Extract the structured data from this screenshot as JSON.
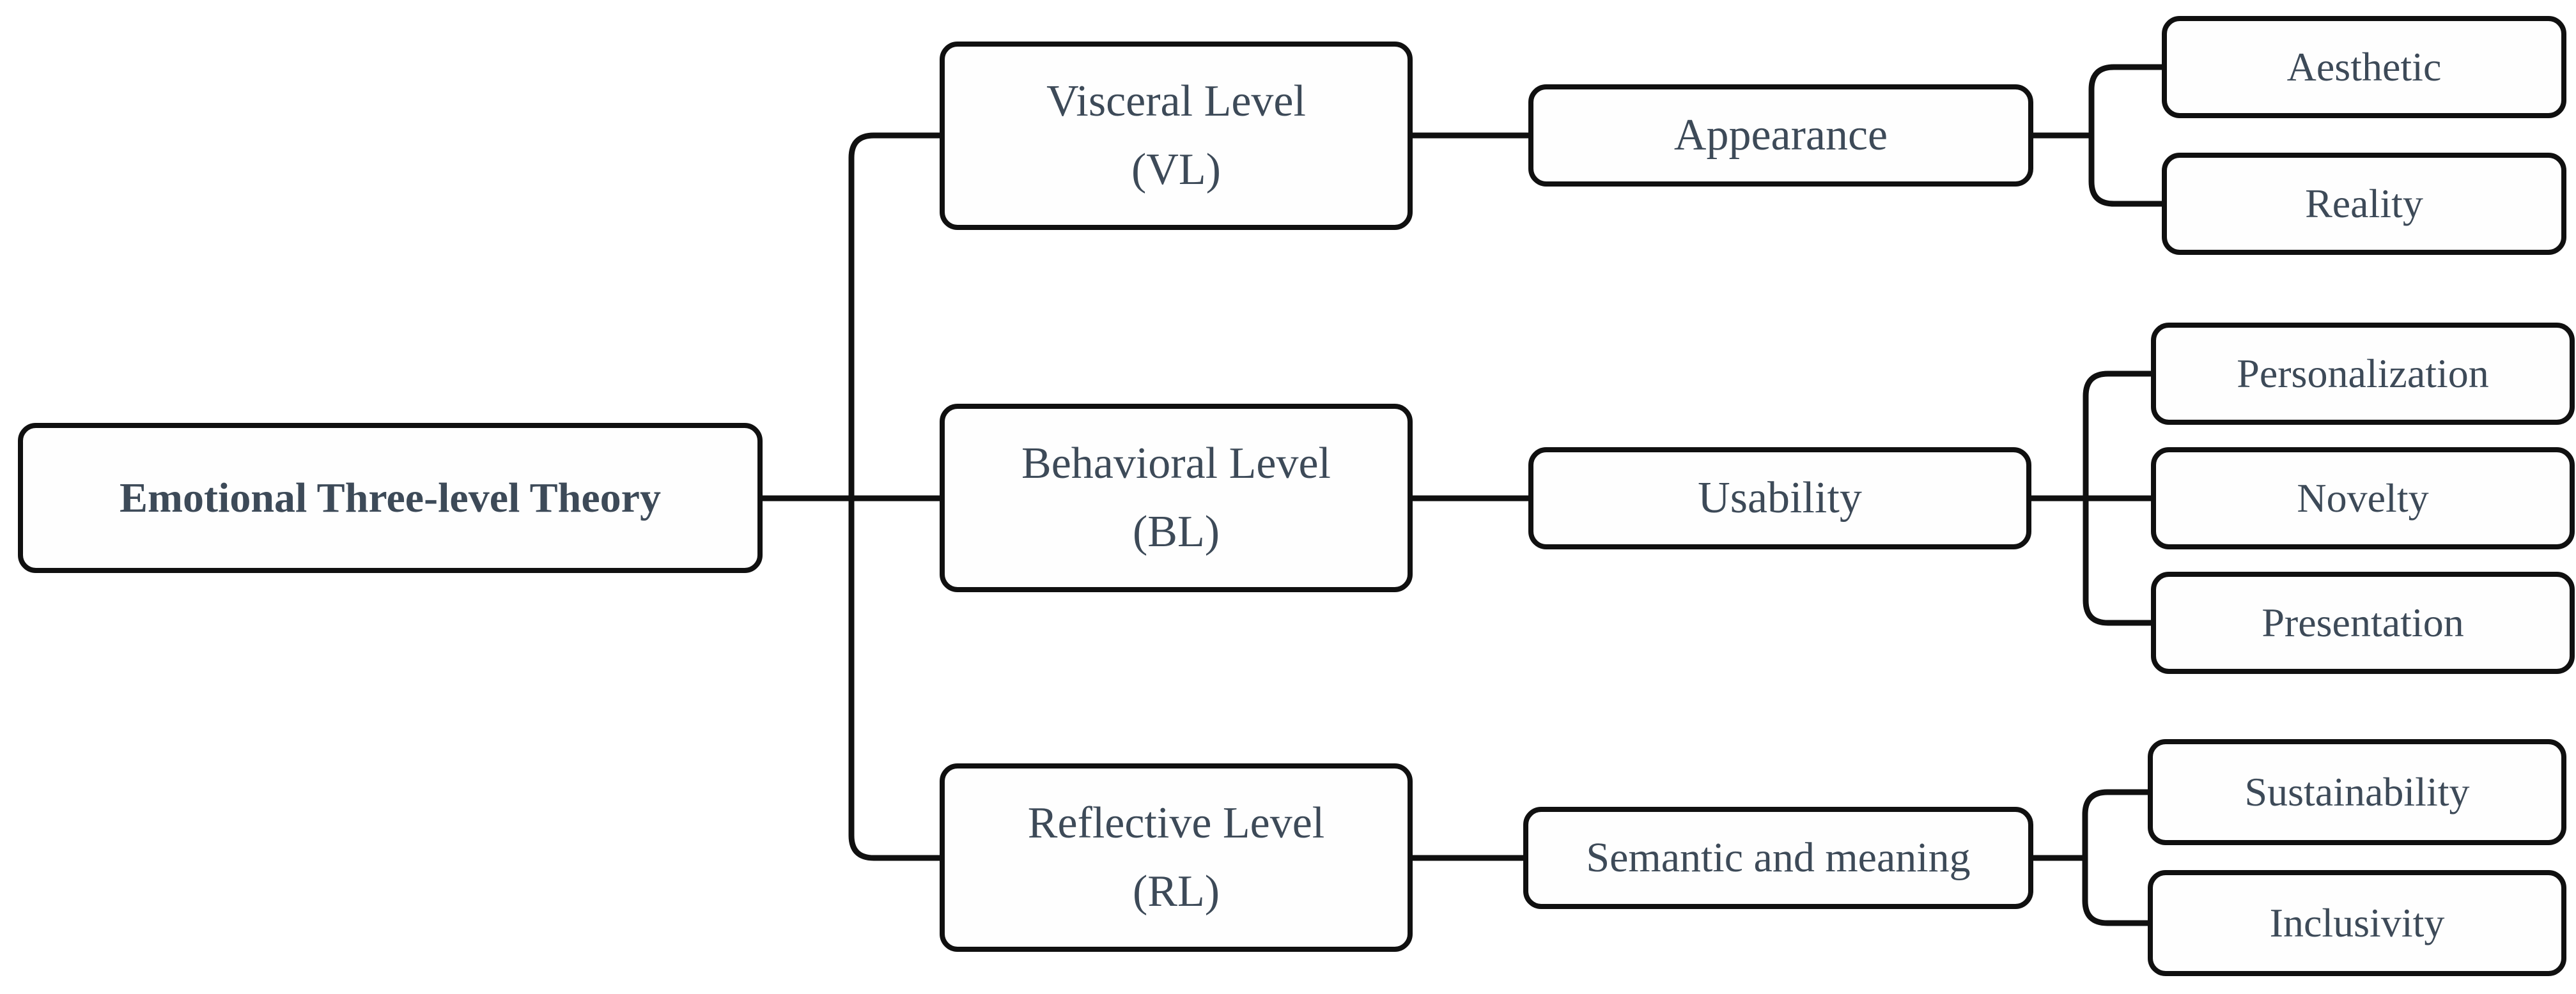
{
  "figure": {
    "type": "hierarchy-diagram",
    "background_color": "#ffffff",
    "line_color": "#101010",
    "text_color": "#3d4a58",
    "box_fill": "#fefefe"
  },
  "nodes": {
    "root": {
      "label": "Emotional Three-level Theory"
    },
    "visceral": {
      "line1": "Visceral Level",
      "line2": "(VL)"
    },
    "behavioral": {
      "line1": "Behavioral Level",
      "line2": "(BL)"
    },
    "reflective": {
      "line1": "Reflective Level",
      "line2": "(RL)"
    },
    "appearance": {
      "label": "Appearance"
    },
    "usability": {
      "label": "Usability"
    },
    "semantic": {
      "label": "Semantic and meaning"
    },
    "aesthetic": {
      "label": "Aesthetic"
    },
    "reality": {
      "label": "Reality"
    },
    "personalization": {
      "label": "Personalization"
    },
    "novelty": {
      "label": "Novelty"
    },
    "presentation": {
      "label": "Presentation"
    },
    "sustainability": {
      "label": "Sustainability"
    },
    "inclusivity": {
      "label": "Inclusivity"
    }
  },
  "hierarchy": [
    {
      "parent": "Emotional Three-level Theory",
      "child": "Visceral Level (VL)"
    },
    {
      "parent": "Emotional Three-level Theory",
      "child": "Behavioral Level (BL)"
    },
    {
      "parent": "Emotional Three-level Theory",
      "child": "Reflective Level (RL)"
    },
    {
      "parent": "Visceral Level (VL)",
      "child": "Appearance"
    },
    {
      "parent": "Behavioral Level (BL)",
      "child": "Usability"
    },
    {
      "parent": "Reflective Level (RL)",
      "child": "Semantic and meaning"
    },
    {
      "parent": "Appearance",
      "child": "Aesthetic"
    },
    {
      "parent": "Appearance",
      "child": "Reality"
    },
    {
      "parent": "Usability",
      "child": "Personalization"
    },
    {
      "parent": "Usability",
      "child": "Novelty"
    },
    {
      "parent": "Usability",
      "child": "Presentation"
    },
    {
      "parent": "Semantic and meaning",
      "child": "Sustainability"
    },
    {
      "parent": "Semantic and meaning",
      "child": "Inclusivity"
    }
  ]
}
